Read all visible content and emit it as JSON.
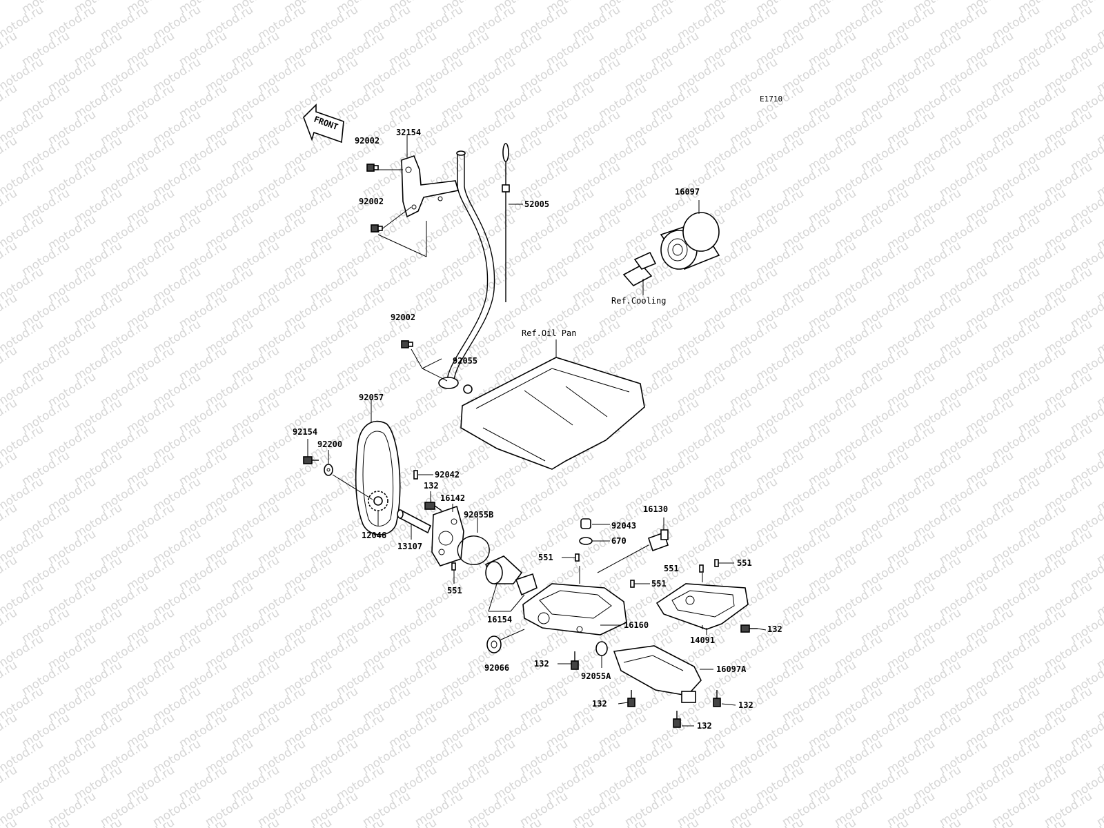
{
  "watermark_text": "motod.ru",
  "diagram_code": "E1710",
  "front_label": "FRONT",
  "references": {
    "cooling": "Ref.Cooling",
    "oil_pan": "Ref.Oil Pan"
  },
  "part_labels": {
    "p32154": "32154",
    "p92002_top": "92002",
    "p92002_mid": "92002",
    "p92002_low": "92002",
    "p52005": "52005",
    "p16097": "16097",
    "p92055": "92055",
    "p92057": "92057",
    "p92154": "92154",
    "p92200": "92200",
    "p92042": "92042",
    "p132_pump": "132",
    "p16142": "16142",
    "p92055B": "92055B",
    "p12046": "12046",
    "p13107": "13107",
    "p551_pump": "551",
    "p16154": "16154",
    "p92066": "92066",
    "p16130": "16130",
    "p92043": "92043",
    "p670": "670",
    "p551_a": "551",
    "p551_b": "551",
    "p551_c": "551",
    "p551_d": "551",
    "p16160": "16160",
    "p14091": "14091",
    "p132_right": "132",
    "p132_base": "132",
    "p92055A": "92055A",
    "p16097A": "16097A",
    "p132_bl": "132",
    "p132_br": "132",
    "p132_bottom": "132"
  }
}
